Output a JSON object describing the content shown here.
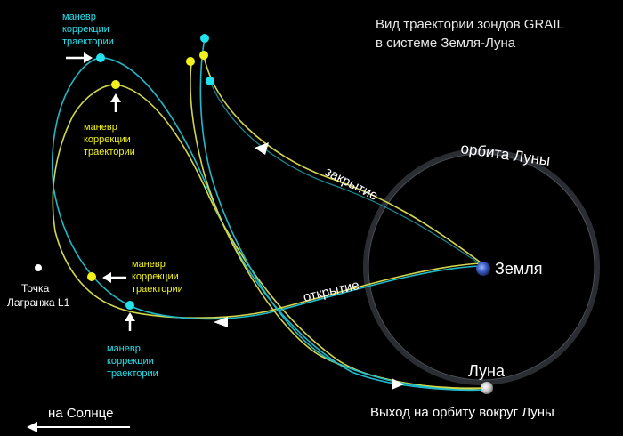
{
  "title": {
    "line1": "Вид траектории зондов GRAIL",
    "line2": "в системе Земля-Луна"
  },
  "labels": {
    "moon_orbit": "орбита Луны",
    "earth": "Земля",
    "moon": "Луна",
    "lunar_orbit_insertion": "Выход на орбиту вокруг Луны",
    "to_sun": "на Солнце",
    "lagrange_line1": "Точка",
    "lagrange_line2": "Лагранжа L1",
    "closing": "закрытие",
    "opening": "открытие"
  },
  "maneuvers": {
    "cyan_top": [
      "маневр",
      "коррекции",
      "траектории"
    ],
    "yellow_top": [
      "маневр",
      "коррекции",
      "траектории"
    ],
    "yellow_left": [
      "маневр",
      "коррекции",
      "траектории"
    ],
    "cyan_bottom": [
      "маневр",
      "коррекции",
      "траектории"
    ]
  },
  "colors": {
    "background": "#000000",
    "cyan": "#1fb9c9",
    "cyan_marker": "#22e2ee",
    "yellow": "#d4d64a",
    "yellow_marker": "#f2f21a",
    "moon_orbit": "#2a2e33",
    "white": "#ffffff",
    "title_text": "#e8e8e8"
  },
  "icons": {
    "earth": "earth-icon",
    "moon": "moon-icon",
    "arrow": "arrow-icon"
  }
}
